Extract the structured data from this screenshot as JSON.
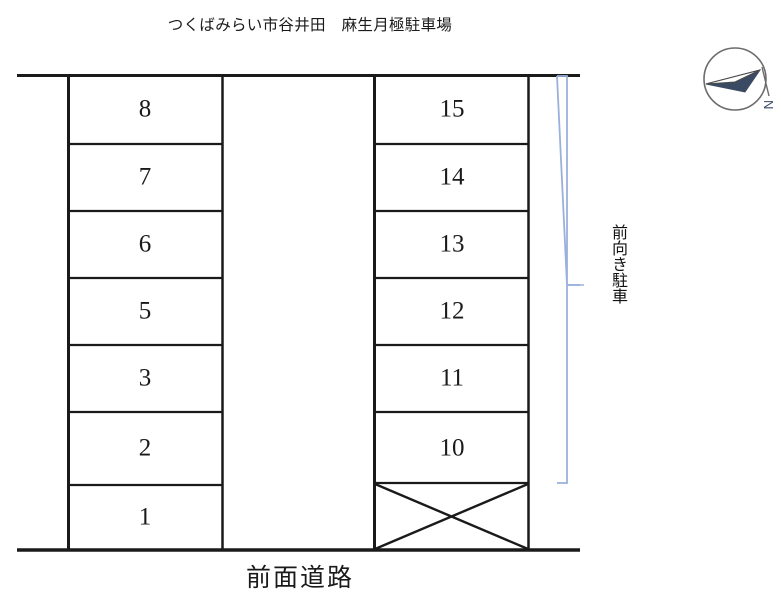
{
  "title": "つくばみらい市谷井田　麻生月極駐車場",
  "road_label": "前面道路",
  "bracket_label": "前向き駐車",
  "colors": {
    "line": "#1a1a1a",
    "bracket": "#9ab0dd",
    "compass_fill": "#3b4a63",
    "compass_stroke": "#5a5a5a",
    "text": "#1a1a1a",
    "background": "#ffffff"
  },
  "compass": {
    "label": "N",
    "name": "north-arrow"
  },
  "lot": {
    "left_block": {
      "name": "left-parking-block",
      "stalls": [
        {
          "number": "8"
        },
        {
          "number": "7"
        },
        {
          "number": "6"
        },
        {
          "number": "5"
        },
        {
          "number": "3"
        },
        {
          "number": "2"
        },
        {
          "number": "1"
        }
      ]
    },
    "right_block": {
      "name": "right-parking-block",
      "stalls": [
        {
          "number": "15"
        },
        {
          "number": "14"
        },
        {
          "number": "13"
        },
        {
          "number": "12"
        },
        {
          "number": "11"
        },
        {
          "number": "10"
        },
        {
          "number": "",
          "crossed": true
        }
      ]
    },
    "aisle": {
      "name": "center-aisle"
    }
  }
}
